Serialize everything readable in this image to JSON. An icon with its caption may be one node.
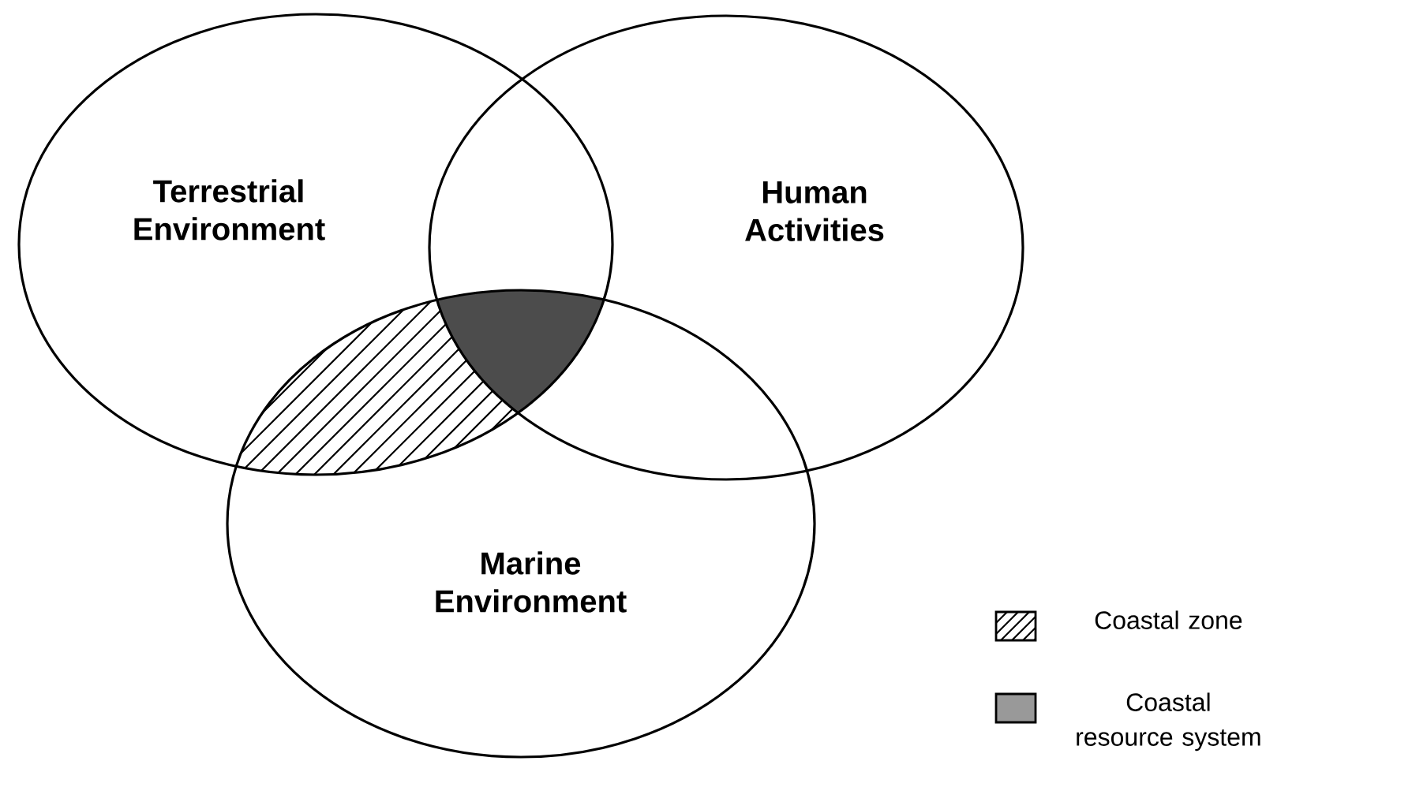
{
  "diagram": {
    "nodes": [
      {
        "text": [
          "Terrestrial Environment"
        ]
      },
      {
        "text": [
          "Human Activities"
        ]
      },
      {
        "text": [
          "Marine Environment"
        ]
      }
    ],
    "legend": [
      {
        "text": "Coastal zone"
      },
      {
        "text": "Coastal resource system"
      }
    ]
  }
}
